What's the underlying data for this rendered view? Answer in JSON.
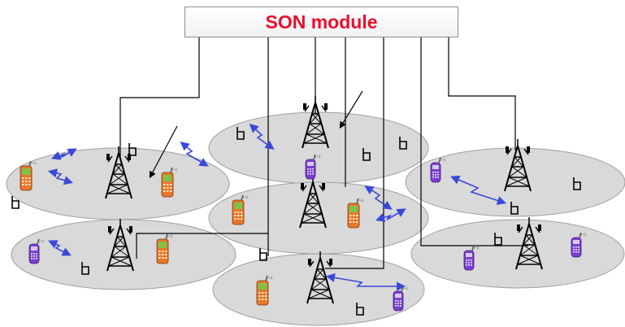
{
  "son_module": {
    "label": "SON module"
  },
  "diagram": {
    "cells": [
      "cell-top-center",
      "cell-left",
      "cell-center",
      "cell-right",
      "cell-bottom-left",
      "cell-bottom-right",
      "cell-bottom-center"
    ],
    "towers": [
      "tower-top-center",
      "tower-left",
      "tower-center",
      "tower-right",
      "tower-bottom-left",
      "tower-bottom-right",
      "tower-bottom-center"
    ]
  },
  "colors": {
    "son_label": "#e8102e",
    "cell_fill": "#d9d9d9",
    "cell_stroke": "#a0a0a0",
    "link_arrows": "#3b48d8",
    "phone_orange": "#e8772a",
    "phone_purple": "#7a3fd0",
    "phone_screen": "#7fc24a"
  },
  "icons": [
    "cell-tower-icon",
    "mobile-phone-icon",
    "interference-arrow-icon",
    "marker-glyph"
  ]
}
